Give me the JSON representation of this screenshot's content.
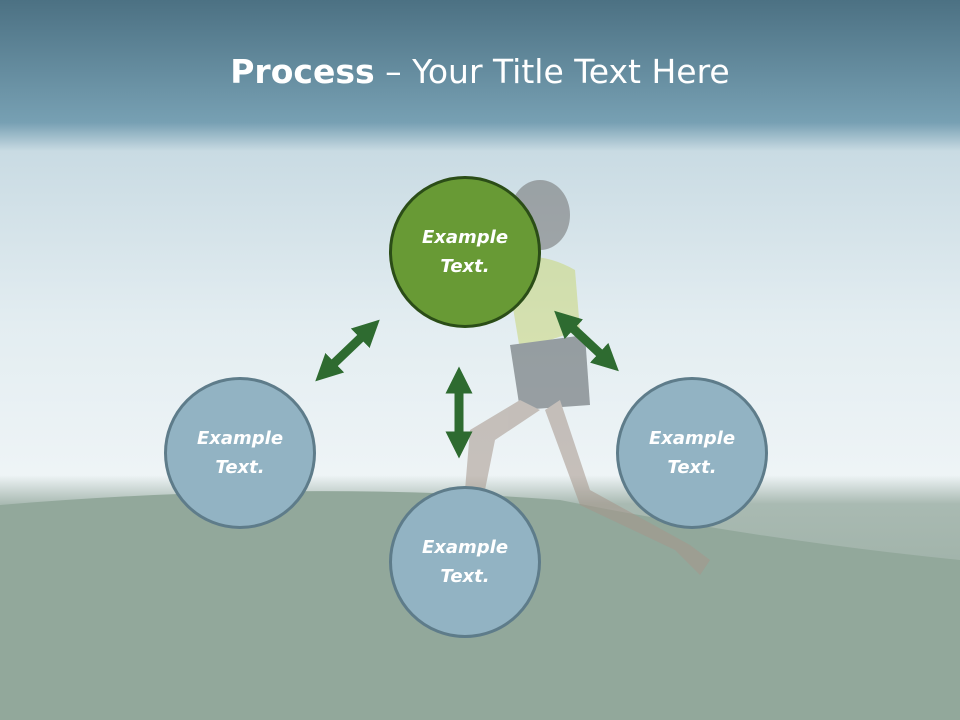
{
  "title": {
    "bold": "Process",
    "rest": " – Your Title Text Here"
  },
  "nodes": [
    {
      "label": "Example Text.",
      "color": "#689a35"
    },
    {
      "label": "Example Text.",
      "color": "#92b3c3"
    },
    {
      "label": "Example Text.",
      "color": "#92b3c3"
    },
    {
      "label": "Example Text.",
      "color": "#92b3c3"
    }
  ],
  "arrow_color": "#2e6b30"
}
